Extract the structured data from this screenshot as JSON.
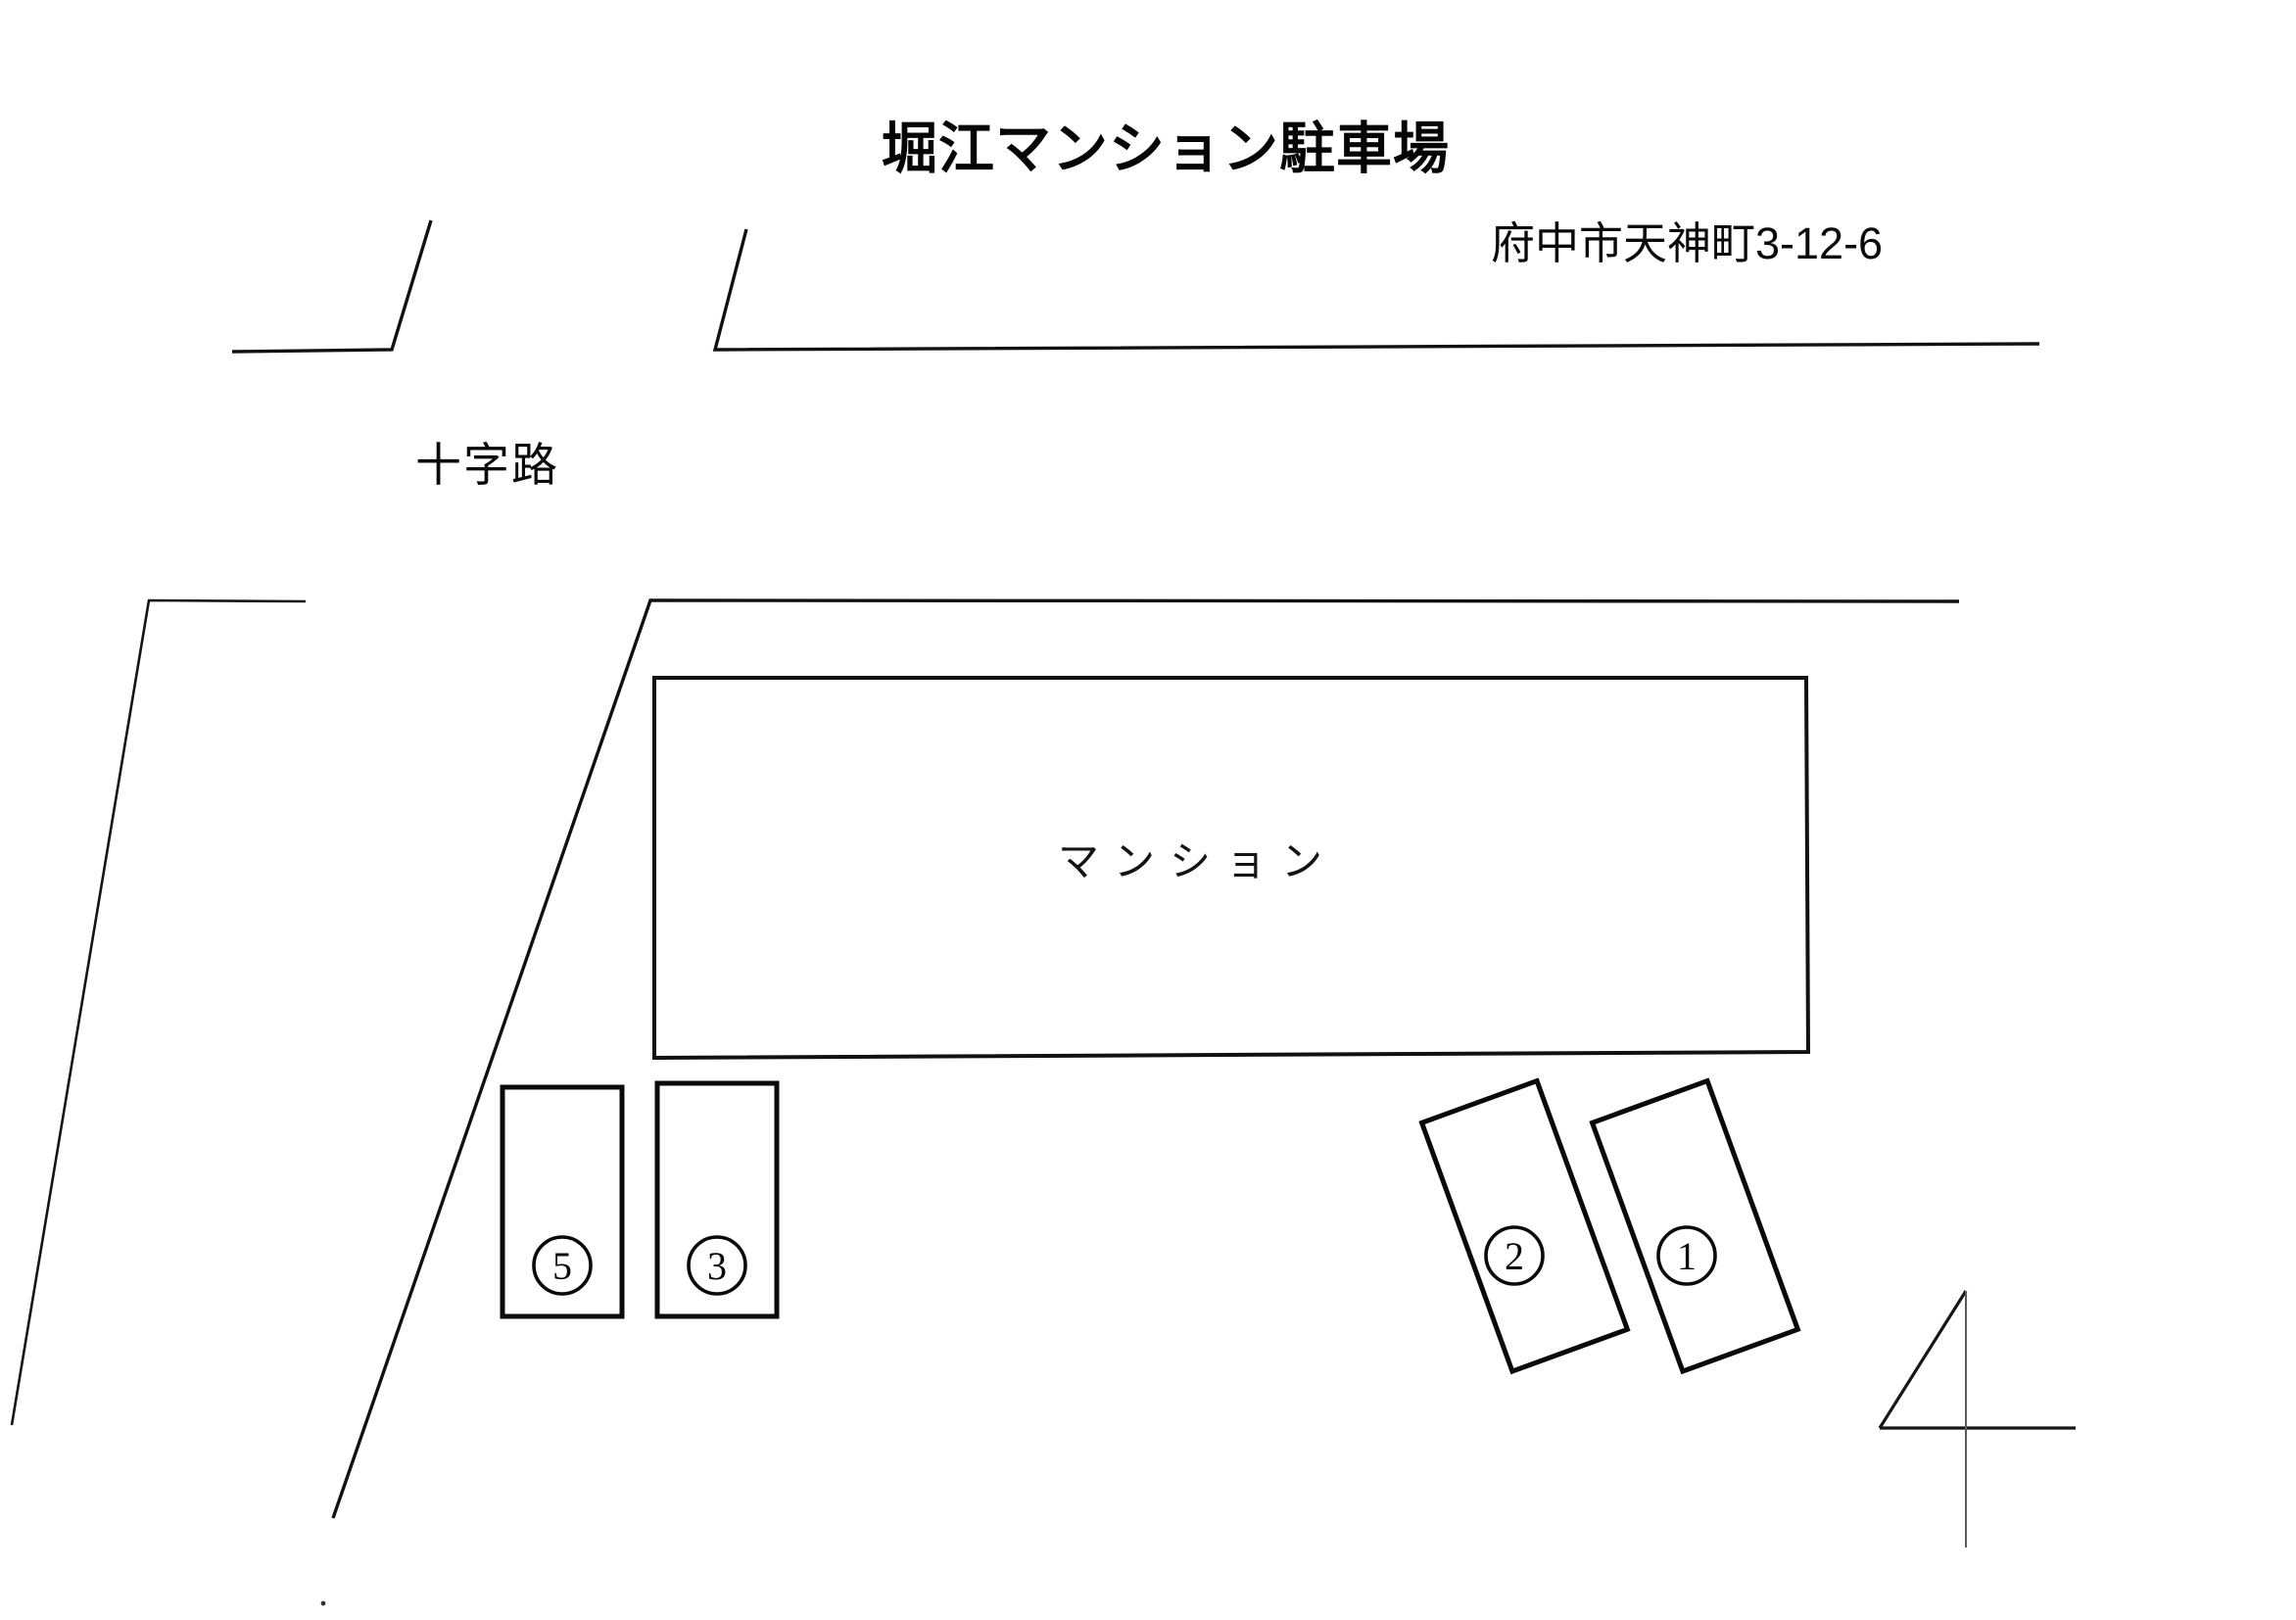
{
  "document": {
    "title": "堀江マンション駐車場",
    "address": "府中市天神町3-12-6"
  },
  "labels": {
    "crossroad": "十字路",
    "building": "マンション"
  },
  "parking_stalls": [
    {
      "number": "5",
      "badge": "⑤",
      "orientation": "upright",
      "position": "left-outer"
    },
    {
      "number": "3",
      "badge": "③",
      "orientation": "upright",
      "position": "left-inner"
    },
    {
      "number": "2",
      "badge": "②",
      "orientation": "tilted",
      "position": "right-inner"
    },
    {
      "number": "1",
      "badge": "①",
      "orientation": "tilted",
      "position": "right-outer"
    }
  ],
  "colors": {
    "background": "#ffffff",
    "ink": "#111111",
    "stall_stroke": "#0a0a0a",
    "compass_faint": "#5a5a5a"
  },
  "compass": {
    "name": "north-arrow"
  }
}
